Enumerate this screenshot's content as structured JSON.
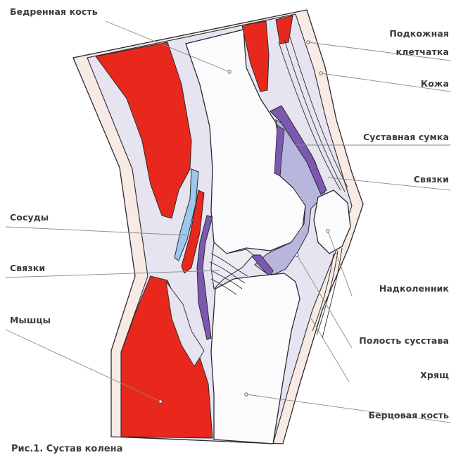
{
  "labels": {
    "femur": "Бедренная кость",
    "subcutaneous_1": "Подкожная",
    "subcutaneous_2": "клетчатка",
    "skin": "Кожа",
    "joint_capsule": "Суставная сумка",
    "ligaments_right": "Связки",
    "vessels": "Сосуды",
    "ligaments_left": "Связки",
    "muscles": "Мышцы",
    "patella": "Надколенник",
    "joint_cavity": "Полость сусстава",
    "cartilage": "Хрящ",
    "tibia": "Берцовая кость"
  },
  "caption": "Рис.1. Сустав колена",
  "colors": {
    "muscle": "#e8281c",
    "bone": "#fbfafd",
    "soft_tissue": "#e6e4f1",
    "skin": "#f8eae4",
    "vessel": "#9dc7ee",
    "capsule": "#7d58b0",
    "cavity": "#b8b6dd",
    "outline": "#2a2a2a",
    "leader": "#8a8a8a"
  }
}
